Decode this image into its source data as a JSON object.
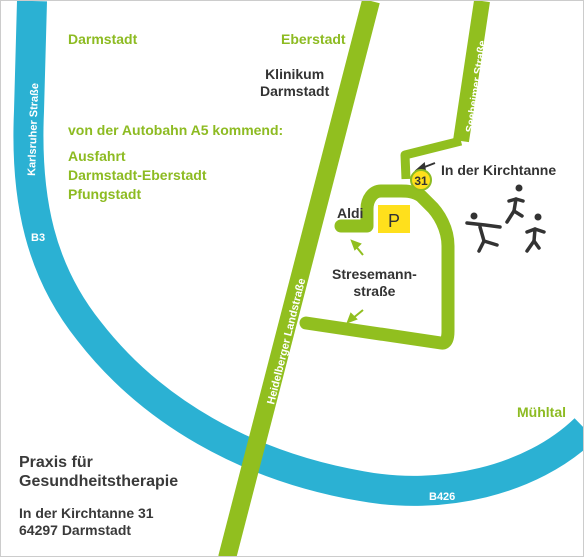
{
  "colors": {
    "blue_road": "#2bb1d3",
    "green_road": "#91bf1f",
    "parking": "#ffe01c",
    "label_green": "#8dbb22",
    "text_dark": "#333333"
  },
  "places": {
    "darmstadt": "Darmstadt",
    "eberstadt": "Eberstadt",
    "muehltal": "Mühltal",
    "klinikum_line1": "Klinikum",
    "klinikum_line2": "Darmstadt",
    "aldi": "Aldi",
    "in_der_kirchtanne": "In der Kirchtanne",
    "stresemann_line1": "Stresemann-",
    "stresemann_line2": "straße"
  },
  "directions": {
    "heading": "von der Autobahn A5 kommend:",
    "line1": "Ausfahrt",
    "line2": "Darmstadt-Eberstadt",
    "line3": "Pfungstadt"
  },
  "roads": {
    "karlsruher": "Karlsruher Straße",
    "b3": "B3",
    "heidelberger": "Heidelberger Landstraße",
    "seeheimer": "Seeheimer Straße",
    "b426": "B426"
  },
  "markers": {
    "parking": "P",
    "house_number": "31"
  },
  "practice": {
    "name_line1": "Praxis für",
    "name_line2": "Gesundheitstherapie",
    "address_line1": "In der Kirchtanne 31",
    "address_line2": "64297 Darmstadt"
  },
  "icons": [
    "running-figures-logo",
    "arrow-icon"
  ]
}
